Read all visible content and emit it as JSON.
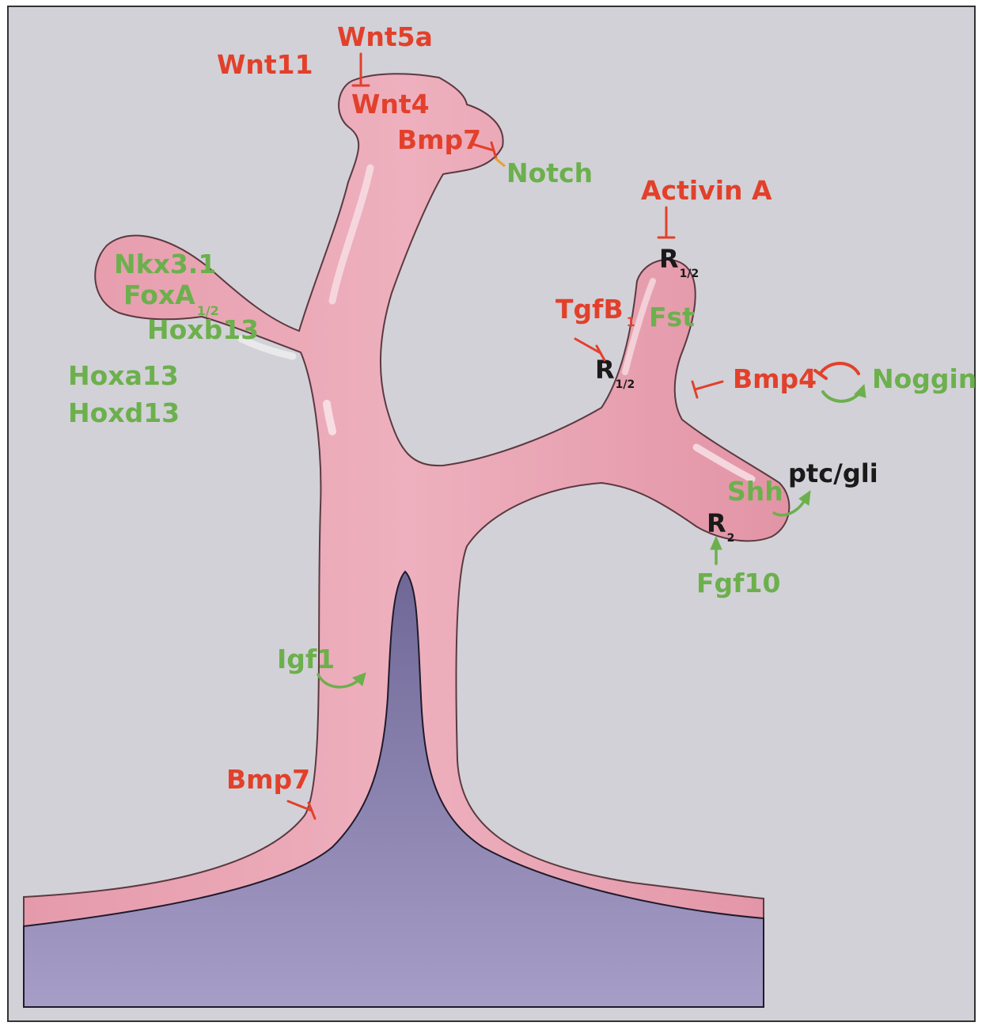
{
  "colors": {
    "background": "#d2d1d7",
    "frame": "#333333",
    "epithelium": "#e9a3b2",
    "epithelium_outline": "#5a3a40",
    "mesenchyme": "#8a82ad",
    "inhibitor": "#e2402b",
    "activator": "#6cb04d",
    "receptor": "#1a1a1a"
  },
  "labels": {
    "wnt11": "Wnt11",
    "wnt5a": "Wnt5a",
    "wnt4": "Wnt4",
    "bmp7_top": "Bmp7",
    "notch": "Notch",
    "activin_a": "Activin A",
    "nkx31": "Nkx3.1",
    "foxa": "FoxA",
    "foxa_sub": "1/2",
    "hoxb13": "Hoxb13",
    "hoxa13": "Hoxa13",
    "hoxd13": "Hoxd13",
    "r_top": "R",
    "r_top_sub": "1/2",
    "tgfb": "TgfB",
    "tgfb_sub": "1",
    "fst": "Fst",
    "r_mid": "R",
    "r_mid_sub": "1/2",
    "bmp4": "Bmp4",
    "noggin": "Noggin",
    "ptc_gli": "ptc/gli",
    "shh": "Shh",
    "r_low": "R",
    "r_low_sub": "2",
    "fgf10": "Fgf10",
    "igf1": "Igf1",
    "bmp7_bottom": "Bmp7"
  },
  "icons": {
    "inhibit": "inhibition-arrow-icon",
    "activate": "activation-arrow-icon",
    "cycle": "reciprocal-cycle-icon"
  }
}
